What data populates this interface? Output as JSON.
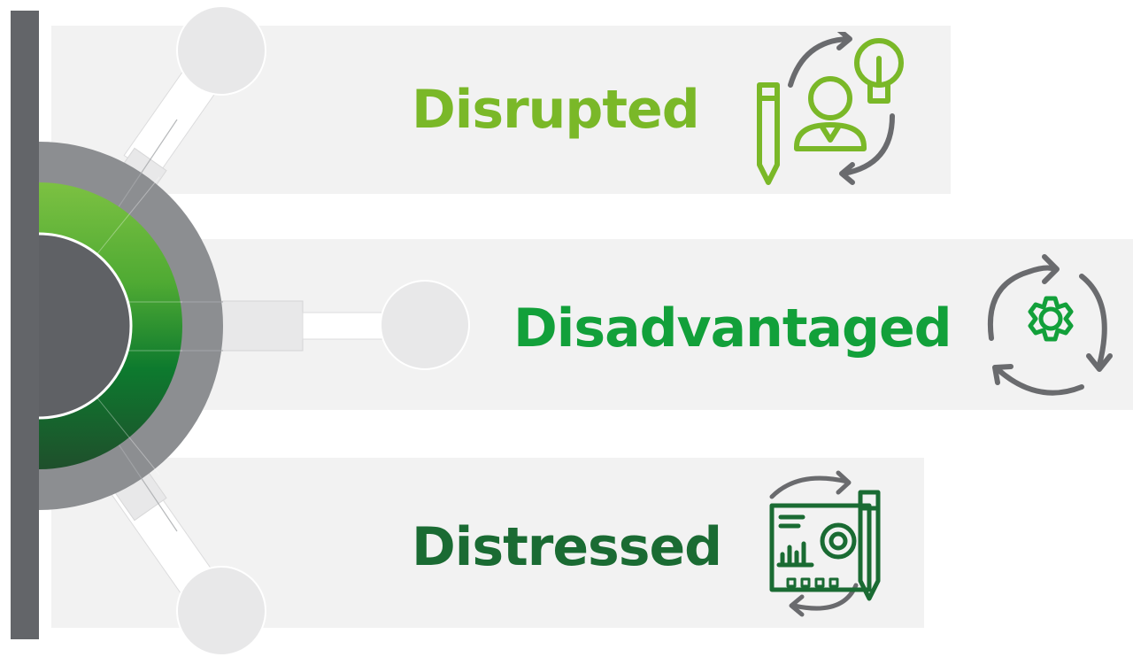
{
  "stages": [
    {
      "label": "Disrupted",
      "color": "#7ab828",
      "icon": "idea-person-pencil-icon"
    },
    {
      "label": "Disadvantaged",
      "color": "#12a03a",
      "icon": "gear-cycle-icon"
    },
    {
      "label": "Distressed",
      "color": "#1a6b33",
      "icon": "dashboard-process-icon"
    }
  ],
  "colors": {
    "panel": "#f2f2f2",
    "bar": "#636569",
    "ring_outer": "#8c8e91",
    "connector": "#e8e8e9",
    "icon_gray": "#6a6b6e"
  }
}
